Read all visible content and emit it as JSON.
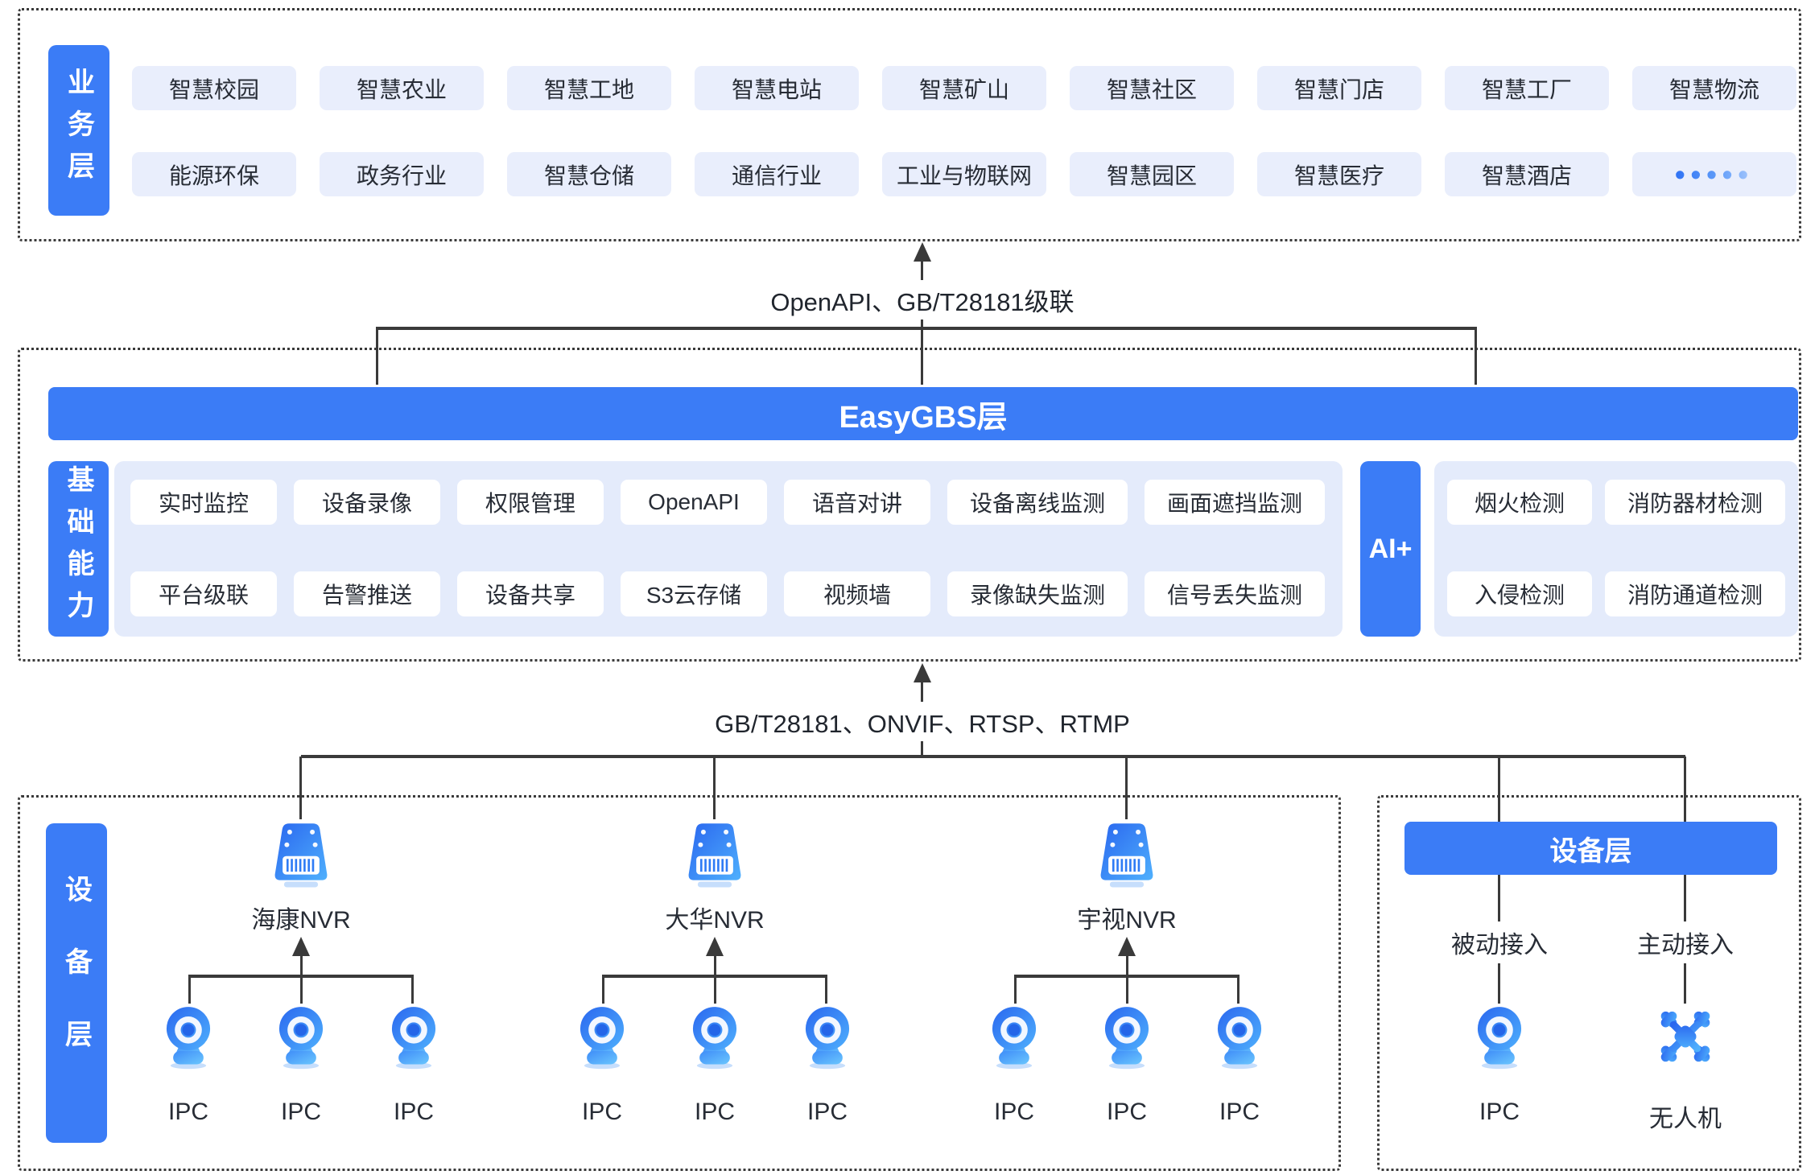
{
  "colors": {
    "accent": "#3b7cf6",
    "tile_bg": "#e9eefc",
    "container_bg": "#e4ebfb",
    "line": "#3a3a3a"
  },
  "business": {
    "label": "业务层",
    "row1": [
      "智慧校园",
      "智慧农业",
      "智慧工地",
      "智慧电站",
      "智慧矿山",
      "智慧社区",
      "智慧门店",
      "智慧工厂",
      "智慧物流"
    ],
    "row2": [
      "能源环保",
      "政务行业",
      "智慧仓储",
      "通信行业",
      "工业与物联网",
      "智慧园区",
      "智慧医疗",
      "智慧酒店"
    ],
    "more": "•••••"
  },
  "link_top": {
    "label": "OpenAPI、GB/T28181级联"
  },
  "gbs": {
    "title": "EasyGBS层",
    "base_label": "基础能力",
    "base_row1": [
      "实时监控",
      "设备录像",
      "权限管理",
      "OpenAPI",
      "语音对讲",
      "设备离线监测",
      "画面遮挡监测"
    ],
    "base_row2": [
      "平台级联",
      "告警推送",
      "设备共享",
      "S3云存储",
      "视频墙",
      "录像缺失监测",
      "信号丢失监测"
    ],
    "ai_label": "AI+",
    "ai_row1": [
      "烟火检测",
      "消防器材检测"
    ],
    "ai_row2": [
      "入侵检测",
      "消防通道检测"
    ]
  },
  "link_bottom": {
    "label": "GB/T28181、ONVIF、RTSP、RTMP"
  },
  "devices": {
    "label": "设备层",
    "nvr_groups": [
      {
        "name": "海康NVR",
        "ipcs": [
          "IPC",
          "IPC",
          "IPC"
        ]
      },
      {
        "name": "大华NVR",
        "ipcs": [
          "IPC",
          "IPC",
          "IPC"
        ]
      },
      {
        "name": "宇视NVR",
        "ipcs": [
          "IPC",
          "IPC",
          "IPC"
        ]
      }
    ],
    "right": {
      "header": "设备层",
      "passive": "被动接入",
      "active": "主动接入",
      "ipc": "IPC",
      "drone": "无人机"
    }
  },
  "icons": {
    "nvr": "nvr-device-icon",
    "ipc": "ipc-camera-icon",
    "drone": "drone-icon",
    "more": "more-dots-icon"
  }
}
